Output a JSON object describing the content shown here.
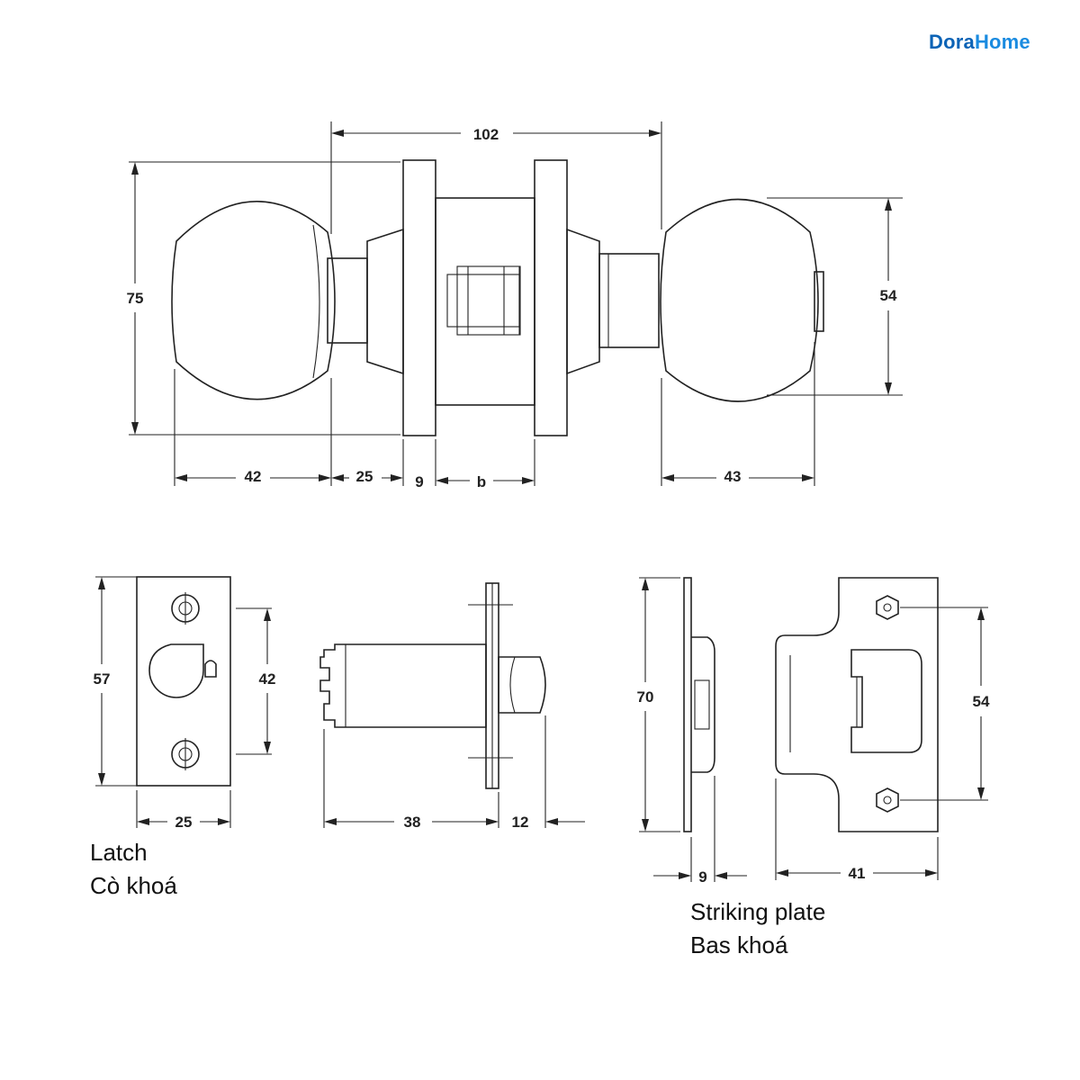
{
  "logo": {
    "part1": "Dora",
    "part2": "Home"
  },
  "knob_assembly": {
    "overall_length": "102",
    "knob_height": "75",
    "inner_knob_diameter": "54",
    "outer_knob_depth": "42",
    "neck_length": "25",
    "rose_thickness": "9",
    "door_thickness": "b",
    "inner_knob_depth": "43"
  },
  "latch": {
    "plate_height": "57",
    "hole_spacing": "42",
    "plate_width": "25",
    "backset": "38",
    "bolt_projection": "12",
    "caption_en": "Latch",
    "caption_vi": "Cò khoá"
  },
  "striking_plate": {
    "height": "70",
    "hole_spacing": "54",
    "depth": "9",
    "width": "41",
    "caption_en": "Striking plate",
    "caption_vi": "Bas khoá"
  }
}
